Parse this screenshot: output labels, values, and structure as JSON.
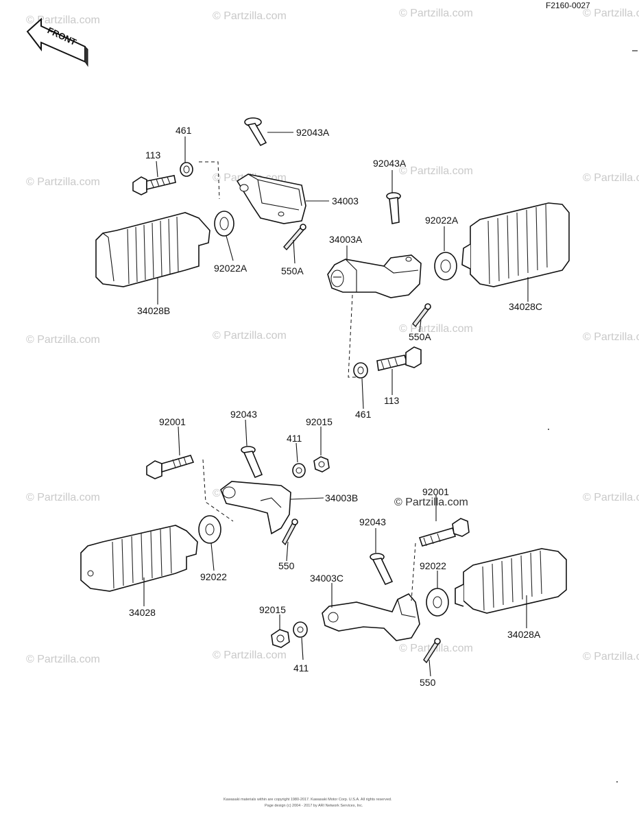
{
  "diagram_code": "F2160-0027",
  "front_label": "FRONT",
  "watermark": "© Partzilla.com",
  "footer": {
    "line1": "Kawasaki materials within are copyright 1980-2017. Kawasaki Motor Corp. U.S.A. All rights reserved.",
    "line2": "Page design (c) 2004 - 2017 by ARI Network Services, Inc."
  },
  "parts": {
    "p113_a": "113",
    "p461_a": "461",
    "p92043A_a": "92043A",
    "p34003": "34003",
    "p92022A_a": "92022A",
    "p550A_a": "550A",
    "p34028B": "34028B",
    "p92043A_b": "92043A",
    "p92022A_b": "92022A",
    "p34003A": "34003A",
    "p34028C": "34028C",
    "p550A_b": "550A",
    "p113_b": "113",
    "p461_b": "461",
    "p92001": "92001",
    "p92043_a": "92043",
    "p92015_a": "92015",
    "p411_a": "411",
    "p34003B": "34003B",
    "p92022_a": "92022",
    "p550_a": "550",
    "p34028": "34028",
    "p92001_b": "92001",
    "p92043_b": "92043",
    "p34003C": "34003C",
    "p92022_b": "92022",
    "p92015_b": "92015",
    "p411_b": "411",
    "p34028A": "34028A",
    "p550_b": "550"
  }
}
